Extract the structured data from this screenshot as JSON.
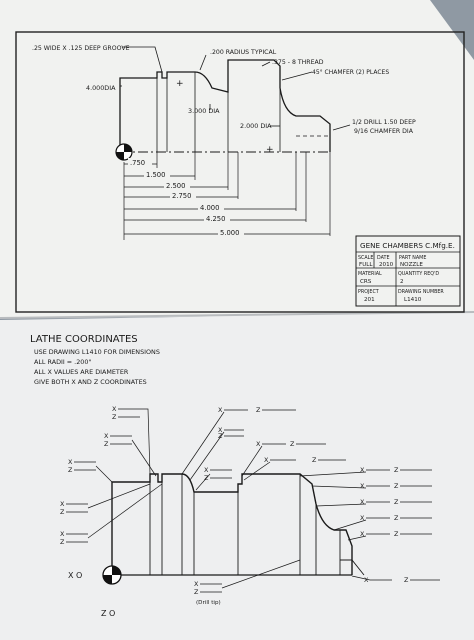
{
  "drawing": {
    "notes": {
      "groove": ".25 WIDE X .125 DEEP GROOVE",
      "radius": ".200 RADIUS TYPICAL",
      "thread": ".375 - 8 THREAD",
      "chamfer": "45° CHAMFER (2) PLACES",
      "drill": "1/2 DRILL 1.50 DEEP",
      "chamfer_dia": "9/16 CHAMFER DIA"
    },
    "diameters": [
      "4.000DIA",
      "3.000 DIA",
      "2.000 DIA"
    ],
    "dimensions": [
      ".750",
      "1.500",
      "2.500",
      "2.750",
      "4.000",
      "4.250",
      "5.000"
    ]
  },
  "title_block": {
    "name": "GENE CHAMBERS C.Mfg.E.",
    "scale_label": "SCALE",
    "scale_value": "FULL",
    "date_label": "DATE",
    "date_value": "2010",
    "part_label": "PART NAME",
    "part_value": "NOZZLE",
    "material_label": "MATERIAL",
    "material_value": "CRS",
    "qty_label": "QUANTITY REQ'D",
    "qty_value": "2",
    "project_label": "PROJECT",
    "project_value": "201",
    "drawing_label": "DRAWING NUMBER",
    "drawing_value": "L1410"
  },
  "worksheet": {
    "title": "LATHE COORDINATES",
    "instructions": [
      "USE DRAWING L1410 FOR DIMENSIONS",
      "ALL RADII = .200\"",
      "ALL X VALUES ARE DIAMETER",
      "GIVE BOTH X AND Z COORDINATES"
    ],
    "x_label": "X",
    "z_label": "Z",
    "x0_label": "X O",
    "z0_label": "Z O",
    "drill_tip": "(Drill tip)"
  }
}
